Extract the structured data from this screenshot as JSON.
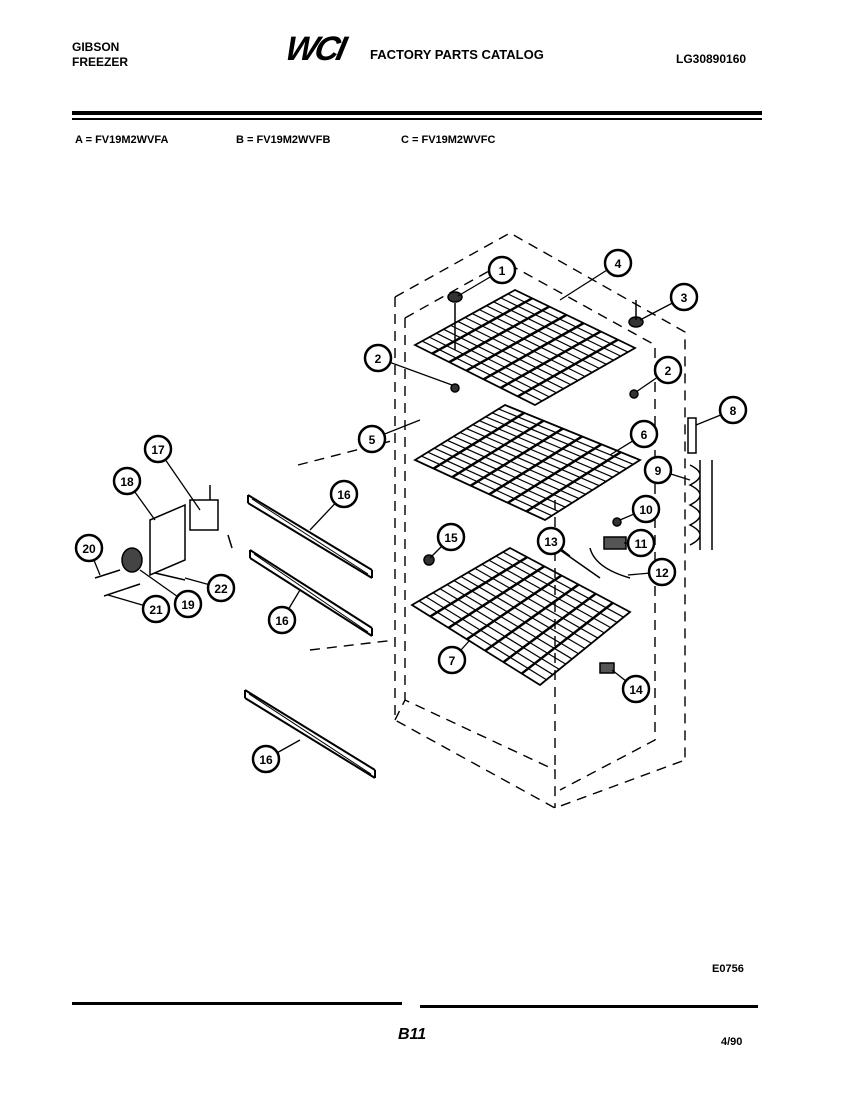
{
  "header": {
    "brand": "GIBSON",
    "product": "FREEZER",
    "logo": "WCI",
    "catalog_title": "FACTORY PARTS CATALOG",
    "document_number": "LG30890160"
  },
  "models": [
    {
      "label": "A = FV19M2WVFA"
    },
    {
      "label": "B = FV19M2WVFB"
    },
    {
      "label": "C = FV19M2WVFC"
    }
  ],
  "diagram": {
    "callouts": [
      "1",
      "4",
      "3",
      "2",
      "2",
      "8",
      "5",
      "6",
      "9",
      "17",
      "18",
      "16",
      "10",
      "15",
      "13",
      "11",
      "20",
      "12",
      "22",
      "19",
      "21",
      "16",
      "7",
      "14",
      "16"
    ]
  },
  "footer": {
    "figure_code": "E0756",
    "page": "B11",
    "date": "4/90"
  }
}
